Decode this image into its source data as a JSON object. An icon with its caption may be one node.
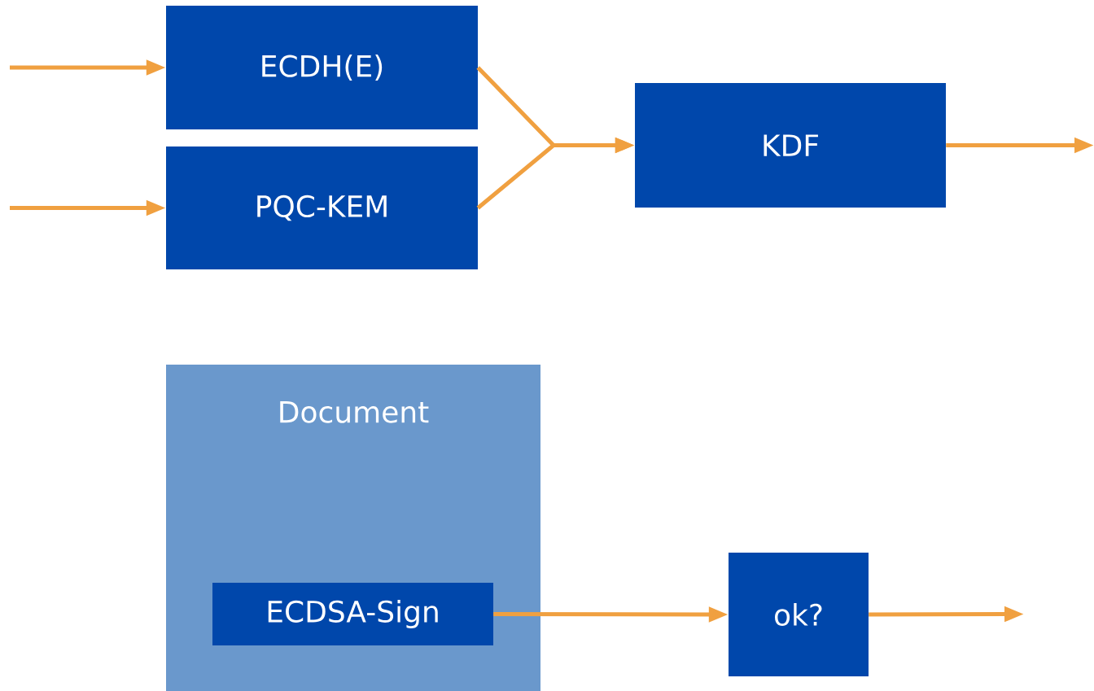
{
  "diagram": {
    "nodes": [
      {
        "text": [
          "ECDH(E)"
        ]
      },
      {
        "text": [
          "PQC-KEM"
        ]
      },
      {
        "text": [
          "KDF"
        ]
      },
      {
        "text": [
          "Document"
        ]
      },
      {
        "text": [
          "ECDSA-Sign"
        ],
        "in": 3
      },
      {
        "text": [
          "ok?"
        ]
      }
    ],
    "edges": [
      {
        "from": null,
        "to": 0,
        "arrow": "to"
      },
      {
        "from": null,
        "to": 1,
        "arrow": "to"
      },
      {
        "from": 0,
        "to": 2,
        "arrow": "to"
      },
      {
        "from": 1,
        "to": 2,
        "arrow": "to"
      },
      {
        "from": 2,
        "to": null,
        "arrow": "to"
      },
      {
        "from": 4,
        "to": 5,
        "arrow": "to"
      },
      {
        "from": 5,
        "to": null,
        "arrow": "to"
      }
    ]
  }
}
